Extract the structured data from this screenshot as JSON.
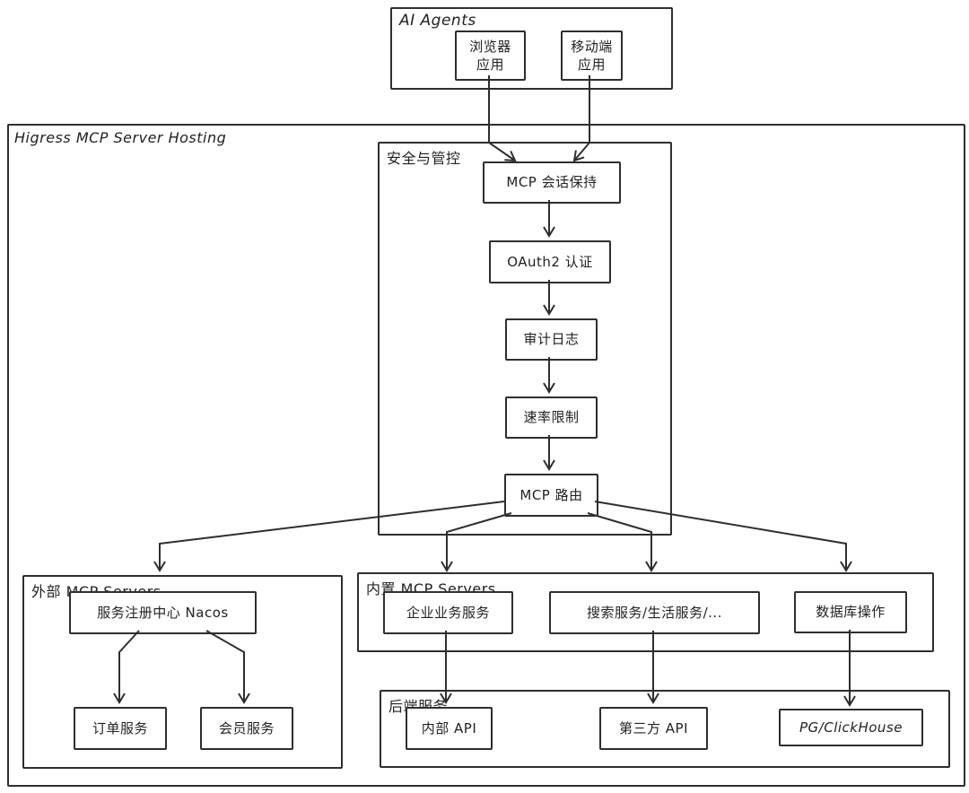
{
  "colors": {
    "stroke": "#2e2e2e",
    "background": "#ffffff",
    "text": "#222222"
  },
  "ai_agents": {
    "title": "AI Agents",
    "browser_app": {
      "lines": [
        "浏览器",
        "应用"
      ]
    },
    "mobile_app": {
      "lines": [
        "移动端",
        "应用"
      ]
    }
  },
  "hosting": {
    "title": "Higress MCP Server Hosting",
    "security": {
      "title": "安全与管控",
      "nodes": [
        {
          "label": "MCP 会话保持"
        },
        {
          "label": "OAuth2 认证"
        },
        {
          "label": "审计日志"
        },
        {
          "label": "速率限制"
        },
        {
          "label": "MCP 路由"
        }
      ]
    },
    "external_servers": {
      "title": "外部 MCP Servers",
      "registry": {
        "label": "服务注册中心 Nacos"
      },
      "services": [
        {
          "label": "订单服务"
        },
        {
          "label": "会员服务"
        }
      ]
    },
    "builtin_servers": {
      "title": "内置 MCP Servers",
      "services": [
        {
          "label": "企业业务服务"
        },
        {
          "label": "搜索服务/生活服务/..."
        },
        {
          "label": "数据库操作"
        }
      ]
    },
    "backend_services": {
      "title": "后端服务",
      "services": [
        {
          "label": "内部 API"
        },
        {
          "label": "第三方 API"
        },
        {
          "label": "PG/ClickHouse"
        }
      ]
    }
  }
}
